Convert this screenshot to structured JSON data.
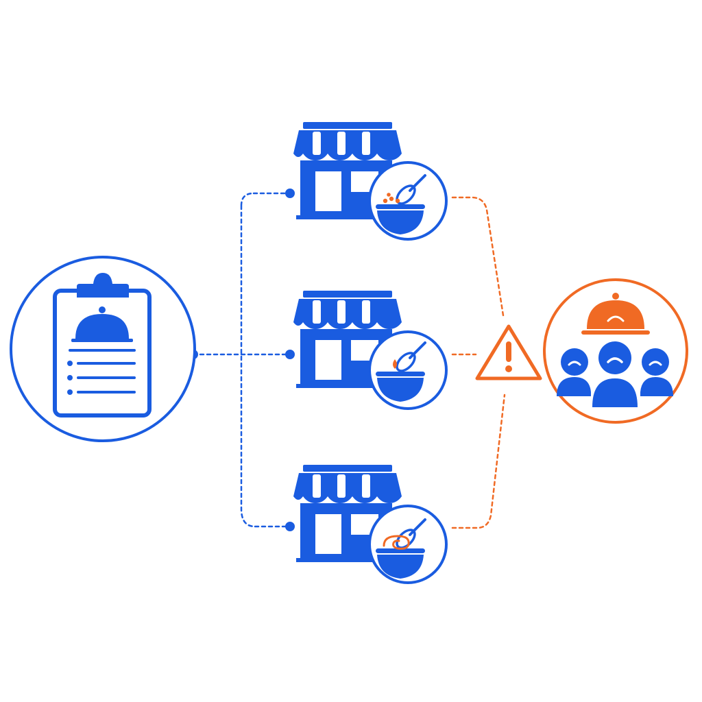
{
  "colors": {
    "primary": "#1a5ce0",
    "accent": "#f06a24",
    "background": "#ffffff"
  },
  "nodes": {
    "recipe": {
      "icon": "clipboard-recipe-icon"
    },
    "stores": [
      {
        "icon": "storefront-icon",
        "badge_icon": "mixing-bowl-whisk-icon",
        "ingredient_color": "#f06a24"
      },
      {
        "icon": "storefront-icon",
        "badge_icon": "mixing-bowl-whisk-icon",
        "ingredient_color": "#f06a24"
      },
      {
        "icon": "storefront-icon",
        "badge_icon": "mixing-bowl-whisk-icon",
        "ingredient_color": "#f06a24"
      }
    ],
    "warning": {
      "icon": "warning-triangle-icon"
    },
    "customers": {
      "icon": "unhappy-customers-icon"
    }
  },
  "edges": [
    {
      "from": "recipe",
      "to": "store-1",
      "color": "primary",
      "style": "dashed"
    },
    {
      "from": "recipe",
      "to": "store-2",
      "color": "primary",
      "style": "dashed"
    },
    {
      "from": "recipe",
      "to": "store-3",
      "color": "primary",
      "style": "dashed"
    },
    {
      "from": "store-1",
      "to": "warning",
      "color": "accent",
      "style": "dashed"
    },
    {
      "from": "store-2",
      "to": "warning",
      "color": "accent",
      "style": "dashed"
    },
    {
      "from": "store-3",
      "to": "warning",
      "color": "accent",
      "style": "dashed"
    }
  ]
}
